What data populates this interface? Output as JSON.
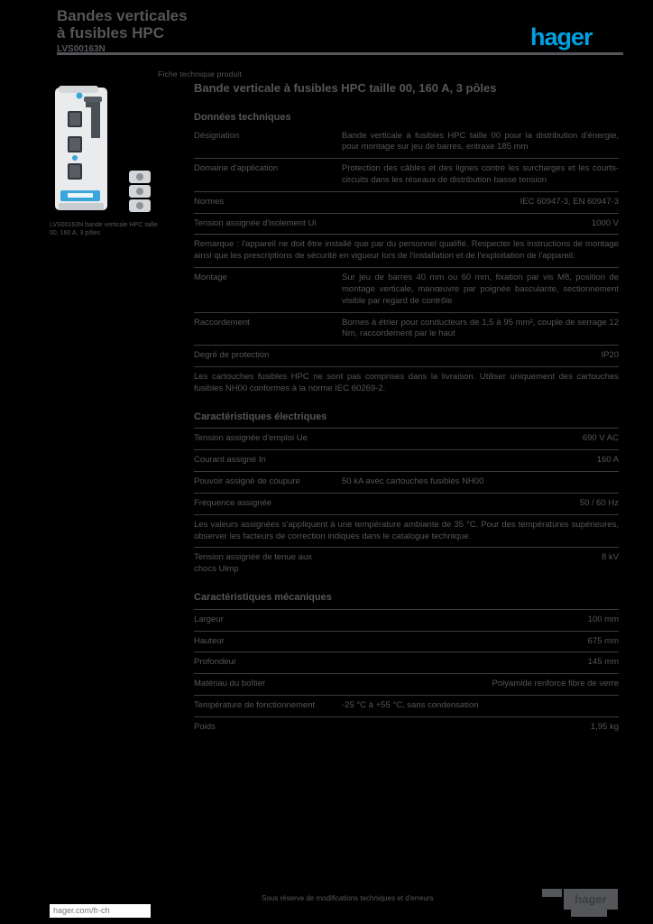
{
  "colors": {
    "page_background": "#000000",
    "text_gray": "#55565a",
    "hager_blue": "#00a0e1",
    "rule_gray": "#55565a",
    "footer_link_background": "#ffffff"
  },
  "header": {
    "title_line1": "Bandes verticales",
    "title_line2": "à fusibles HPC",
    "ref_line": "LVS00163N",
    "breadcrumb": "Fiche technique produit",
    "brand": "hager"
  },
  "figure": {
    "image_name": "vertical-hpc-fuse-switch-disconnector",
    "caption_line1": "LVS00163N bande verticale HPC",
    "caption_line2": "taille 00, 160 A, 3 pôles"
  },
  "main": {
    "product_title": "Bande verticale à fusibles HPC taille 00, 160 A, 3 pôles",
    "section_head": "Données techniques"
  },
  "table": {
    "rows": [
      {
        "type": "para",
        "label": "Désignation",
        "value": "Bande verticale à fusibles HPC taille 00 pour la distribution d'énergie, pour montage sur jeu de barres, entraxe 185 mm"
      },
      {
        "type": "para",
        "label": "Domaine d'application",
        "value": "Protection des câbles et des lignes contre les surcharges et les courts-circuits dans les réseaux de distribution basse tension"
      },
      {
        "type": "row",
        "label": "Normes",
        "value": "IEC 60947-3, EN 60947-3"
      },
      {
        "type": "row",
        "label": "Tension assignée d'isolement Ui",
        "value": "1000 V"
      },
      {
        "type": "note",
        "value": "Remarque : l'appareil ne doit être installé que par du personnel qualifié. Respecter les instructions de montage ainsi que les prescriptions de sécurité en vigueur lors de l'installation et de l'exploitation de l'appareil."
      },
      {
        "type": "para",
        "label": "Montage",
        "value": "Sur jeu de barres 40 mm ou 60 mm, fixation par vis M8, position de montage verticale, manœuvre par poignée basculante, sectionnement visible par regard de contrôle"
      },
      {
        "type": "para",
        "label": "Raccordement",
        "value": "Bornes à étrier pour conducteurs de 1,5 à 95 mm², couple de serrage 12 Nm, raccordement par le haut"
      },
      {
        "type": "row",
        "label": "Degré de protection",
        "value": "IP20"
      },
      {
        "type": "note",
        "value": "Les cartouches fusibles HPC ne sont pas comprises dans la livraison. Utiliser uniquement des cartouches fusibles NH00 conformes à la norme IEC 60269-2."
      },
      {
        "type": "section",
        "label": "Caractéristiques électriques"
      },
      {
        "type": "row",
        "label": "Tension assignée d'emploi Ue",
        "value": "690 V AC"
      },
      {
        "type": "row",
        "label": "Courant assigné In",
        "value": "160 A"
      },
      {
        "type": "para",
        "label": "Pouvoir assigné de coupure",
        "value": "50 kA avec cartouches fusibles NH00"
      },
      {
        "type": "row",
        "label": "Fréquence assignée",
        "value": "50 / 60 Hz"
      },
      {
        "type": "note",
        "value": "Les valeurs assignées s'appliquent à une température ambiante de 35 °C. Pour des températures supérieures, observer les facteurs de correction indiqués dans le catalogue technique."
      },
      {
        "type": "row",
        "label": "Tension assignée de tenue aux chocs Uimp",
        "value": "8 kV"
      },
      {
        "type": "section",
        "label": "Caractéristiques mécaniques"
      },
      {
        "type": "row",
        "label": "Largeur",
        "value": "100 mm"
      },
      {
        "type": "row",
        "label": "Hauteur",
        "value": "675 mm"
      },
      {
        "type": "row",
        "label": "Profondeur",
        "value": "145 mm"
      },
      {
        "type": "row",
        "label": "Matériau du boîtier",
        "value": "Polyamide renforcé fibre de verre"
      },
      {
        "type": "para",
        "label": "Température de fonctionnement",
        "value": "-25 °C à +55 °C, sans condensation"
      },
      {
        "type": "row",
        "label": "Poids",
        "value": "1,95 kg"
      }
    ]
  },
  "footer": {
    "link": "hager.com/fr-ch",
    "note": "Sous réserve de modifications techniques et d'erreurs",
    "badge": "hager"
  }
}
